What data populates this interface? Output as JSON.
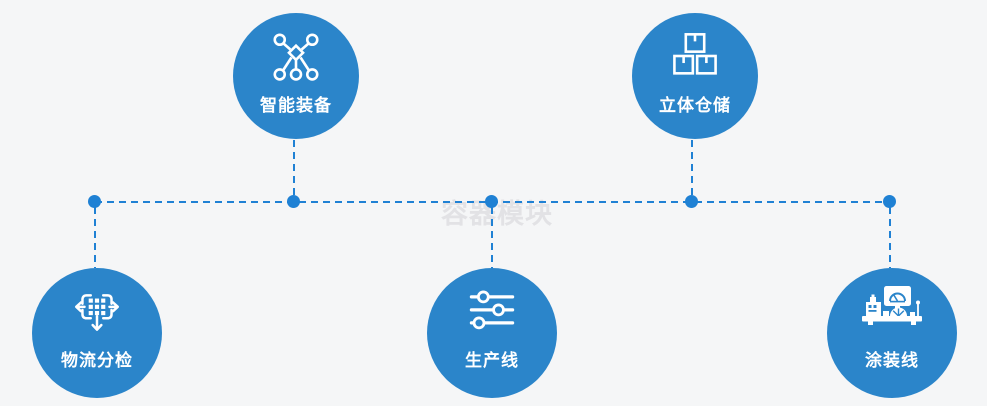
{
  "watermark": {
    "text": "容器模块"
  },
  "colors": {
    "background": "#f5f6f7",
    "node_fill": "#2b85ca",
    "connector": "#1f81d4",
    "label_text": "#ffffff",
    "watermark_text": "#e2e2e5"
  },
  "nodes": [
    {
      "label": "智能装备",
      "icon": "network-nodes-icon",
      "row": "top"
    },
    {
      "label": "立体仓储",
      "icon": "stacked-boxes-icon",
      "row": "top"
    },
    {
      "label": "物流分检",
      "icon": "sorting-spread-arrows-icon",
      "row": "bottom"
    },
    {
      "label": "生产线",
      "icon": "sliders-icon",
      "row": "bottom"
    },
    {
      "label": "涂装线",
      "icon": "machine-console-icon",
      "row": "bottom"
    }
  ]
}
